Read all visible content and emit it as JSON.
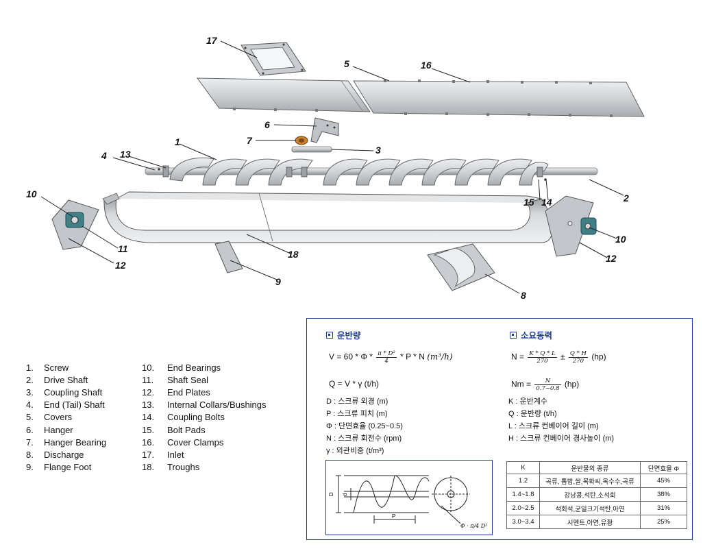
{
  "callouts": {
    "c1": "1",
    "c2": "2",
    "c3": "3",
    "c4": "4",
    "c5": "5",
    "c6": "6",
    "c7": "7",
    "c8": "8",
    "c9": "9",
    "c10a": "10",
    "c10b": "10",
    "c11": "11",
    "c12a": "12",
    "c12b": "12",
    "c13": "13",
    "c14": "14",
    "c15": "15",
    "c16": "16",
    "c17": "17",
    "c18": "18"
  },
  "legend_left": [
    {
      "num": "1.",
      "label": "Screw"
    },
    {
      "num": "2.",
      "label": "Drive Shaft"
    },
    {
      "num": "3.",
      "label": "Coupling Shaft"
    },
    {
      "num": "4.",
      "label": "End (Tail) Shaft"
    },
    {
      "num": "5.",
      "label": "Covers"
    },
    {
      "num": "6.",
      "label": "Hanger"
    },
    {
      "num": "7.",
      "label": "Hanger Bearing"
    },
    {
      "num": "8.",
      "label": "Discharge"
    },
    {
      "num": "9.",
      "label": "Flange Foot"
    }
  ],
  "legend_right": [
    {
      "num": "10.",
      "label": "End Bearings"
    },
    {
      "num": "11.",
      "label": "Shaft Seal"
    },
    {
      "num": "12.",
      "label": "End Plates"
    },
    {
      "num": "13.",
      "label": "Internal Collars/Bushings"
    },
    {
      "num": "14.",
      "label": "Coupling Bolts"
    },
    {
      "num": "15.",
      "label": "Bolt Pads"
    },
    {
      "num": "16.",
      "label": "Cover Clamps"
    },
    {
      "num": "17.",
      "label": "Inlet"
    },
    {
      "num": "18.",
      "label": "Troughs"
    }
  ],
  "panel": {
    "capacity": {
      "title": "운반량",
      "formula_v_left": "V = 60 * Φ *",
      "frac_num": "π * D²",
      "frac_den": "4",
      "formula_v_right": "* P * N",
      "formula_v_unit": "(m³/h)",
      "formula_q": "Q = V * γ (t/h)",
      "vars": [
        "D : 스크류 외경 (m)",
        "P : 스크류 피치 (m)",
        "Φ : 단면효율 (0.25~0.5)",
        "N : 스크류 회전수 (rpm)",
        "γ : 외관비중 (t/m³)"
      ]
    },
    "power": {
      "title": "소요동력",
      "n_left": "N =",
      "n_frac1_num": "K * Q * L",
      "n_frac1_den": "270",
      "n_pm": "±",
      "n_frac2_num": "Q * H",
      "n_frac2_den": "270",
      "n_unit": "(hp)",
      "nm_left": "Nm =",
      "nm_frac_num": "N",
      "nm_frac_den": "0.7~0.8",
      "nm_unit": "(hp)",
      "vars": [
        "K : 운반계수",
        "Q : 운반량 (t/h)",
        "L : 스크류 컨베이어 길이 (m)",
        "H : 스크류 컨베이어 경사높이 (m)"
      ]
    },
    "sketch": {
      "label_D": "D",
      "label_d": "d",
      "label_P": "P",
      "label_phi": "Φ · π/4 D²"
    },
    "k_table": {
      "headers": [
        "K",
        "운반물의 종류",
        "단면효율 Φ"
      ],
      "rows": [
        [
          "1.2",
          "곡류, 톱밥,쌀,목화씨,옥수수,곡류",
          "45%"
        ],
        [
          "1.4~1.8",
          "강낭콩,석탄,소석회",
          "38%"
        ],
        [
          "2.0~2.5",
          "석회석,균일크기석탄,아연",
          "31%"
        ],
        [
          "3.0~3.4",
          "시멘트,아연,유황",
          "25%"
        ]
      ]
    }
  },
  "colors": {
    "accent_blue": "#1f3c9c",
    "metal_light": "#d9dbde",
    "metal_mid": "#b5b8bc",
    "metal_dark": "#8e9296",
    "bearing_teal": "#3f7f86",
    "hanger_bearing_orange": "#c8802e"
  }
}
